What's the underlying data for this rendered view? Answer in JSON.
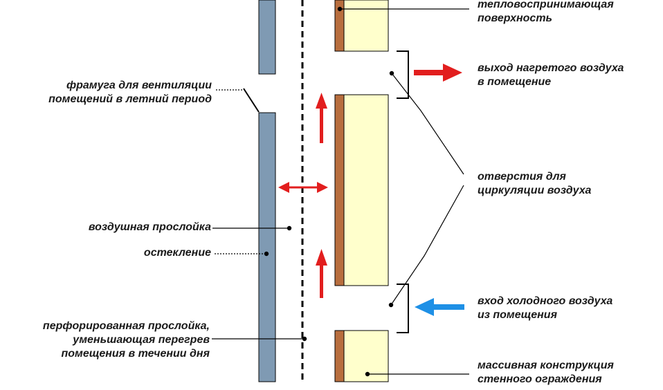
{
  "colors": {
    "glazing": "#7f9ab3",
    "wall_fill": "#ffffcc",
    "absorber": "#b86e3e",
    "outline": "#000000",
    "warm_arrow": "#e21e1e",
    "cold_arrow": "#1e90e6",
    "background": "#ffffff"
  },
  "labels": {
    "absorbing_surface": [
      "тепловоспринимающая",
      "поверхность"
    ],
    "warm_air_outlet": [
      "выход нагретого воздуха",
      "в помещение"
    ],
    "circulation_openings": [
      "отверстия для",
      "циркуляции воздуха"
    ],
    "cold_air_inlet": [
      "вход холодного воздуха",
      "из помещения"
    ],
    "massive_wall": [
      "массивная конструкция",
      "стенного ограждения"
    ],
    "vent_transom": [
      "фрамуга для вентиляции",
      "помещений в летний период"
    ],
    "air_layer": [
      "воздушная прослойка"
    ],
    "glazing": [
      "остекление"
    ],
    "perforated_layer": [
      "перфорированная прослойка,",
      "уменьшающая перегрев",
      "помещения в течении дня"
    ]
  },
  "icons": {
    "warm_flow": "arrow-right-icon",
    "cold_flow": "arrow-left-icon",
    "upward_flow": "arrow-up-icon",
    "exchange": "double-arrow-icon"
  }
}
